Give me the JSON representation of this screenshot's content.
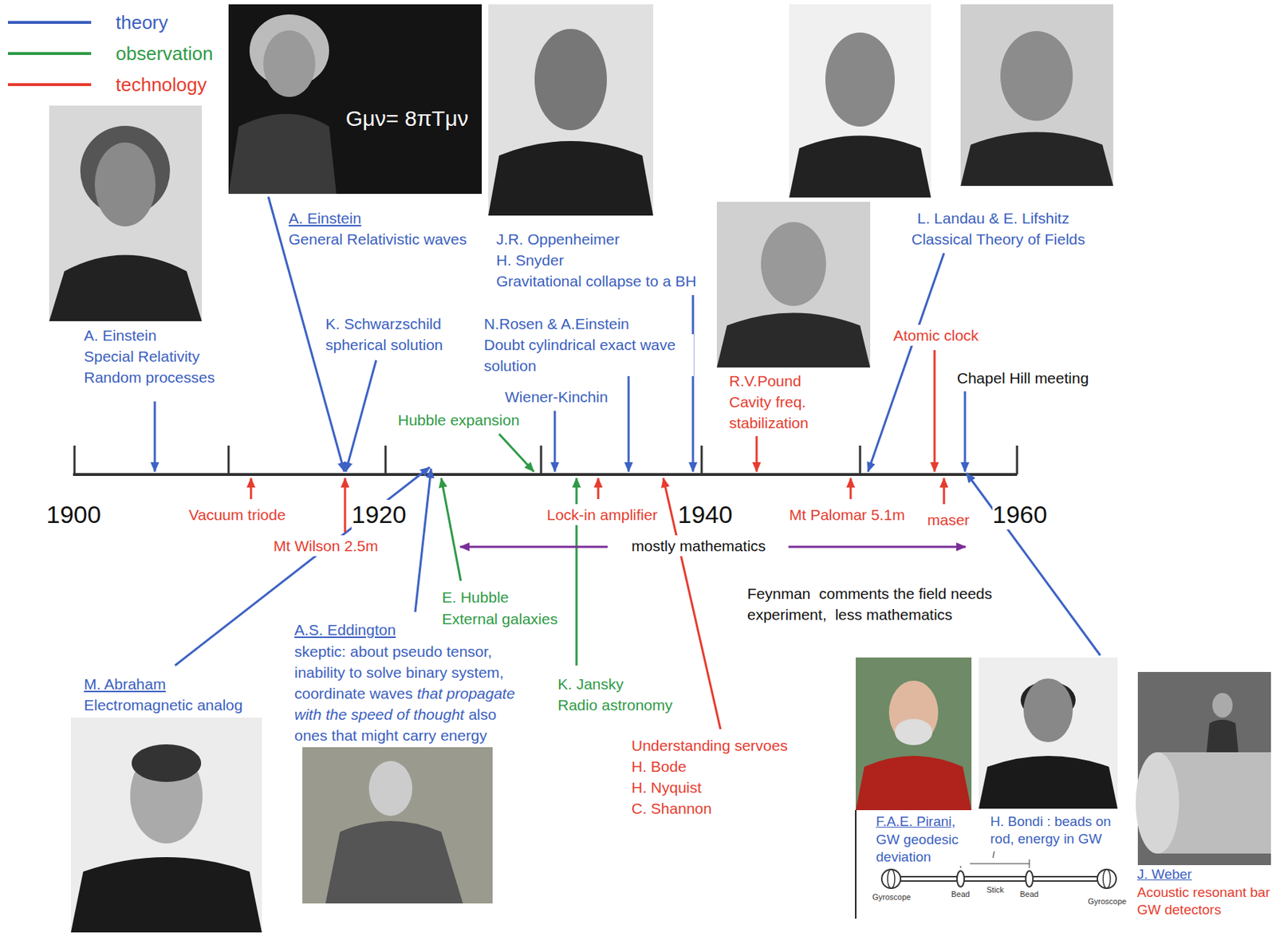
{
  "diagram": {
    "labels": [
      "Gμν= 8πTμν",
      "A. Einstein",
      "General Relativistic waves",
      "J.R. Oppenheimer",
      "H. Snyder",
      "Gravitational collapse to a BH",
      "L. Landau & E. Lifshitz",
      "Classical Theory of Fields",
      "A. Einstein",
      "Special Relativity",
      "Random processes",
      "K. Schwarzschild",
      "spherical solution",
      "N.Rosen & A.Einstein",
      "Doubt cylindrical exact wave solution",
      "Atomic clock",
      "R.V.Pound",
      "Cavity freq. stabilization",
      "Chapel Hill meeting",
      "Wiener-Kinchin",
      "Hubble expansion",
      "1900",
      "Vacuum triode",
      "1920",
      "Lock-in amplifier",
      "1940",
      "Mt Palomar 5.1m",
      "maser",
      "1960",
      "Mt Wilson 2.5m",
      "mostly mathematics",
      "E. Hubble",
      "External galaxies",
      "Feynman  comments the field needs experiment,  less mathematics",
      "A.S. Eddington",
      "skeptic: about pseudo tensor, inability to solve binary system, coordinate waves",
      "that propagate with the speed of thought",
      "also ones that might carry energy",
      "M. Abraham",
      "Electromagnetic analog",
      "K. Jansky",
      "Radio astronomy",
      "Understanding servoes",
      "H. Bode",
      "H. Nyquist",
      "C. Shannon",
      "F.A.E. Pirani,",
      "GW geodesic deviation",
      "H. Bondi : beads on rod, energy in GW",
      "J. Weber",
      "Acoustic resonant bar GW detectors",
      "l",
      "Gyroscope",
      "Bead",
      "Stick",
      "Bead",
      "Gyroscope"
    ],
    "legend": [
      {
        "text": "theory",
        "color": "#3b5fc0"
      },
      {
        "text": "observation",
        "color": "#2f9a46"
      },
      {
        "text": "technology",
        "color": "#e63c2f"
      }
    ]
  }
}
